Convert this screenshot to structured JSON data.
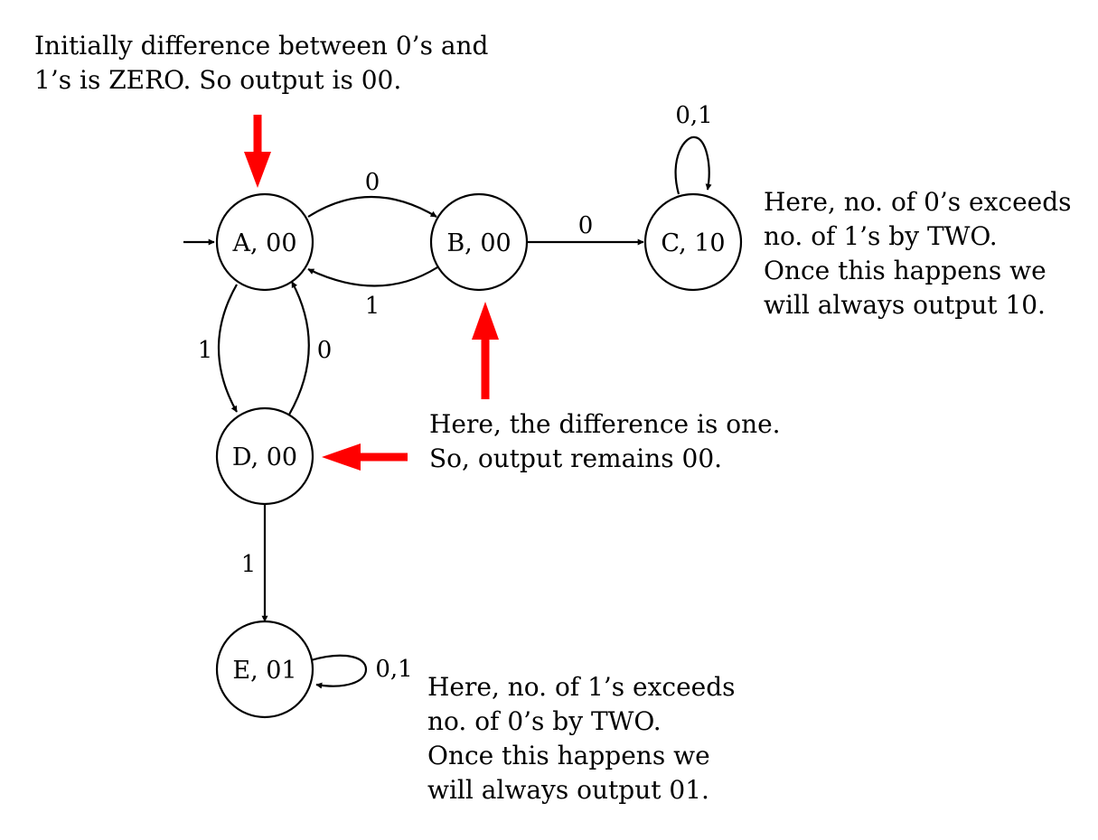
{
  "colors": {
    "accent": "#ff0000",
    "ink": "#000000",
    "background": "#ffffff"
  },
  "states": {
    "A": {
      "label": "A, 00"
    },
    "B": {
      "label": "B, 00"
    },
    "C": {
      "label": "C, 10"
    },
    "D": {
      "label": "D, 00"
    },
    "E": {
      "label": "E, 01"
    }
  },
  "transitions": {
    "a_to_b": "0",
    "b_to_a": "1",
    "b_to_c": "0",
    "c_loop": "0,1",
    "a_to_d": "1",
    "d_to_a": "0",
    "d_to_e": "1",
    "e_loop": "0,1"
  },
  "notes": {
    "initial": [
      "Initially difference between 0’s and",
      "1’s is ZERO. So output is 00."
    ],
    "diff_one": [
      "Here, the difference is one.",
      "So, output remains 00."
    ],
    "zeros_exceed": [
      "Here, no. of 0’s exceeds",
      "no. of 1’s by TWO.",
      "Once this happens we",
      "will always output 10."
    ],
    "ones_exceed": [
      "Here, no. of 1’s exceeds",
      "no. of 0’s by TWO.",
      "Once this happens we",
      "will always output 01."
    ]
  }
}
